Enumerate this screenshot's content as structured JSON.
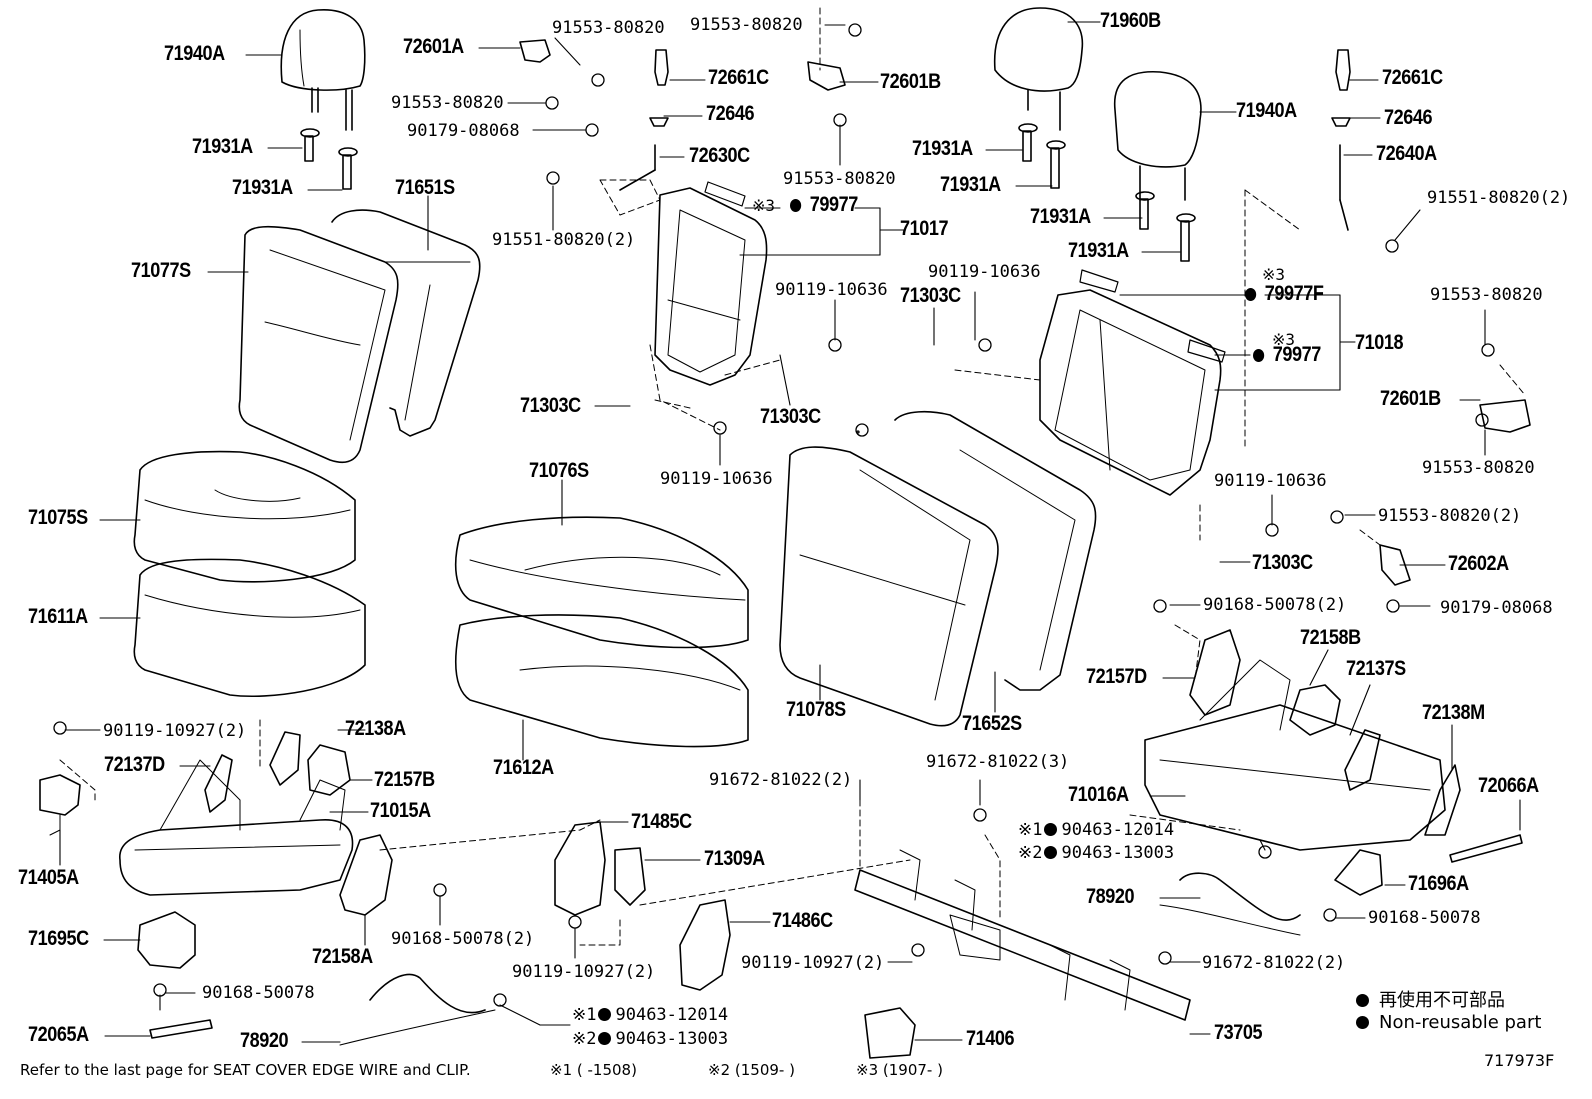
{
  "labels": {
    "l71940A_1": "71940A",
    "l71931A_1": "71931A",
    "l71931A_2": "71931A",
    "l72601A": "72601A",
    "l91553_1": "91553-80820",
    "l91553_2": "91553-80820",
    "l90179_1": "90179-08068",
    "l91553_3": "91553-80820",
    "l72661C_1": "72661C",
    "l72646_1": "72646",
    "l72630C": "72630C",
    "l72601B_1": "72601B",
    "l91553_4": "91553-80820",
    "l71960B": "71960B",
    "l71940A_2": "71940A",
    "l72661C_2": "72661C",
    "l72646_2": "72646",
    "l72640A": "72640A",
    "l71931A_3": "71931A",
    "l71931A_4": "71931A",
    "l71931A_5": "71931A",
    "l71931A_6": "71931A",
    "l71651S": "71651S",
    "l71077S": "71077S",
    "l91551_1": "91551-80820(2)",
    "l79977_1": "79977",
    "l71017": "71017",
    "l90119_1": "90119-10636",
    "l90119_2": "90119-10636",
    "l71303C_1": "71303C",
    "l71303C_2": "71303C",
    "l71303C_3": "71303C",
    "l90119_3": "90119-10636",
    "l91551_2": "91551-80820(2)",
    "l79977F": "79977F",
    "l79977_2": "79977",
    "l71018": "71018",
    "l91553_5": "91553-80820",
    "l72601B_2": "72601B",
    "l91553_6": "91553-80820",
    "l71075S": "71075S",
    "l71076S": "71076S",
    "l71611A": "71611A",
    "l90119_4": "90119-10636",
    "l71303C_4": "71303C",
    "l91553_7": "91553-80820(2)",
    "l72602A": "72602A",
    "l90168_1": "90168-50078(2)",
    "l90179_2": "90179-08068",
    "l72158B": "72158B",
    "l72137S": "72137S",
    "l72157D": "72157D",
    "l71078S": "71078S",
    "l71652S": "71652S",
    "l72138M": "72138M",
    "l71612A": "71612A",
    "l90119_5": "90119-10927(2)",
    "l72138A": "72138A",
    "l72137D": "72137D",
    "l72157B": "72157B",
    "l71015A": "71015A",
    "l91672_1": "91672-81022(2)",
    "l91672_2": "91672-81022(3)",
    "l71016A": "71016A",
    "l72066A": "72066A",
    "l71405A": "71405A",
    "l71485C": "71485C",
    "l90463_1": "90463-12014",
    "l90463_2": "90463-13003",
    "l71309A": "71309A",
    "l71696A": "71696A",
    "l78920_1": "78920",
    "l90168_2": "90168-50078",
    "l71695C": "71695C",
    "l72158A": "72158A",
    "l90168_3": "90168-50078(2)",
    "l71486C": "71486C",
    "l90119_6": "90119-10927(2)",
    "l90119_7": "90119-10927(2)",
    "l91672_3": "91672-81022(2)",
    "l90168_4": "90168-50078",
    "l72065A": "72065A",
    "l78920_2": "78920",
    "l90463_3": "90463-12014",
    "l90463_4": "90463-13003",
    "l71406": "71406",
    "l73705": "73705"
  },
  "marks": {
    "kome1": "※1",
    "kome2": "※2",
    "kome3": "※3"
  },
  "legend": {
    "japanese": "再使用不可部品",
    "english": "Non-reusable part"
  },
  "footer": {
    "note": "Refer to the last page for SEAT COVER EDGE WIRE and CLIP.",
    "r1": "※1 (      -1508)",
    "r2": "※2 (1509-      )",
    "r3": "※3 (1907-      )"
  },
  "diagram_id": "717973F"
}
